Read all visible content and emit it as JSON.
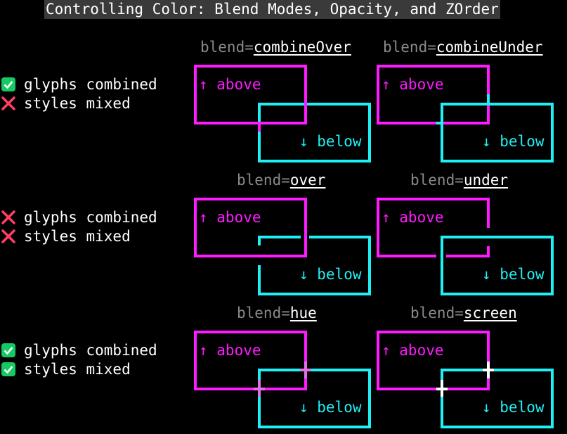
{
  "title": "Controlling Color: Blend Modes, Opacity, and ZOrder",
  "label_key": "blend=",
  "modes": [
    {
      "name": "combineOver"
    },
    {
      "name": "combineUnder"
    },
    {
      "name": "over"
    },
    {
      "name": "under"
    },
    {
      "name": "hue"
    },
    {
      "name": "screen"
    }
  ],
  "box_text": {
    "above": "↑ above",
    "below": "↓ below"
  },
  "rows": [
    {
      "glyphs_label": "glyphs combined",
      "glyphs_ok": true,
      "styles_label": "styles mixed",
      "styles_ok": false
    },
    {
      "glyphs_label": "glyphs combined",
      "glyphs_ok": false,
      "styles_label": "styles mixed",
      "styles_ok": false
    },
    {
      "glyphs_label": "glyphs combined",
      "glyphs_ok": true,
      "styles_label": "styles mixed",
      "styles_ok": true
    }
  ],
  "colors": {
    "above": "#ff1aff",
    "below": "#1ef0f5",
    "check": "#17c964",
    "cross": "#ff3d66",
    "hue_mix": "#e070e8",
    "screen_mix": "#ffffff"
  },
  "icons": {
    "ok": "check-icon",
    "fail": "cross-icon"
  }
}
